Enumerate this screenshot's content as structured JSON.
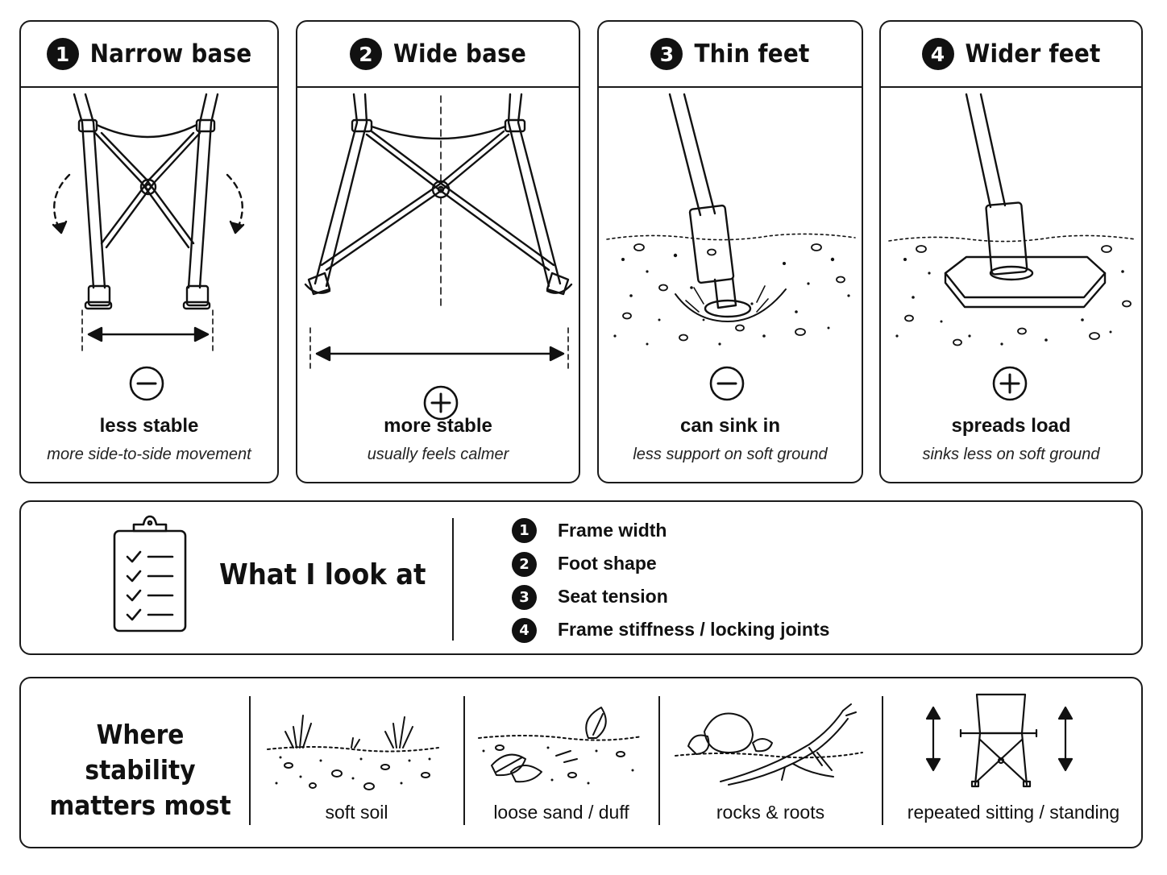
{
  "panels": [
    {
      "num": "1",
      "title": "Narrow base",
      "label": "less stable",
      "sub": "more side-to-side movement",
      "sign": "minus"
    },
    {
      "num": "2",
      "title": "Wide base",
      "label": "more stable",
      "sub": "usually feels calmer",
      "sign": "plus"
    },
    {
      "num": "3",
      "title": "Thin feet",
      "label": "can sink in",
      "sub": "less support on soft ground",
      "sign": "minus"
    },
    {
      "num": "4",
      "title": "Wider feet",
      "label": "spreads load",
      "sub": "sinks less on soft ground",
      "sign": "plus"
    }
  ],
  "checklist": {
    "title": "What I look at",
    "items": [
      {
        "num": "1",
        "text": "Frame width"
      },
      {
        "num": "2",
        "text": "Foot shape"
      },
      {
        "num": "3",
        "text": "Seat tension"
      },
      {
        "num": "4",
        "text": "Frame stiffness / locking joints"
      }
    ]
  },
  "where": {
    "title_line1": "Where stability",
    "title_line2": "matters most",
    "conditions": [
      {
        "label": "soft soil"
      },
      {
        "label": "loose sand / duff"
      },
      {
        "label": "rocks & roots"
      },
      {
        "label": "repeated sitting / standing"
      }
    ]
  }
}
